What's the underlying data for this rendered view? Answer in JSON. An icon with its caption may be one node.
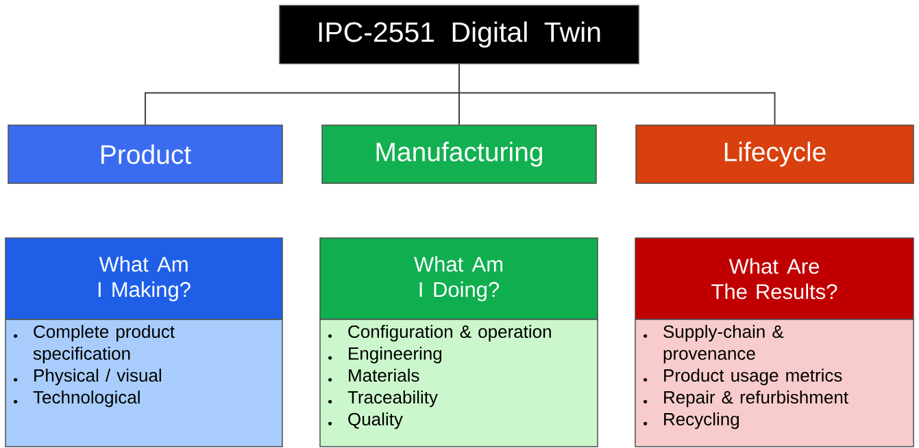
{
  "diagram": {
    "nodes": [
      {
        "text": [
          "IPC-2551 Digital Twin"
        ]
      },
      {
        "text": [
          "Product"
        ]
      },
      {
        "text": [
          "Manufacturing"
        ]
      },
      {
        "text": [
          "Lifecycle"
        ]
      },
      {
        "text": [
          "What Am I Making?"
        ]
      },
      {
        "text": [
          "Complete product specification",
          "Physical / visual",
          "Technological"
        ]
      },
      {
        "text": [
          "What Am I Doing?"
        ]
      },
      {
        "text": [
          "Configuration & operation",
          "Engineering",
          "Materials",
          "Traceability",
          "Quality"
        ]
      },
      {
        "text": [
          "What Are The Results?"
        ]
      },
      {
        "text": [
          "Supply-chain & provenance",
          "Product usage metrics",
          "Repair & refurbishment",
          "Recycling"
        ]
      }
    ],
    "edges": [
      {
        "from": 0,
        "to": 1,
        "arrow": "none"
      },
      {
        "from": 0,
        "to": 2,
        "arrow": "none"
      },
      {
        "from": 0,
        "to": 3,
        "arrow": "none"
      }
    ]
  }
}
